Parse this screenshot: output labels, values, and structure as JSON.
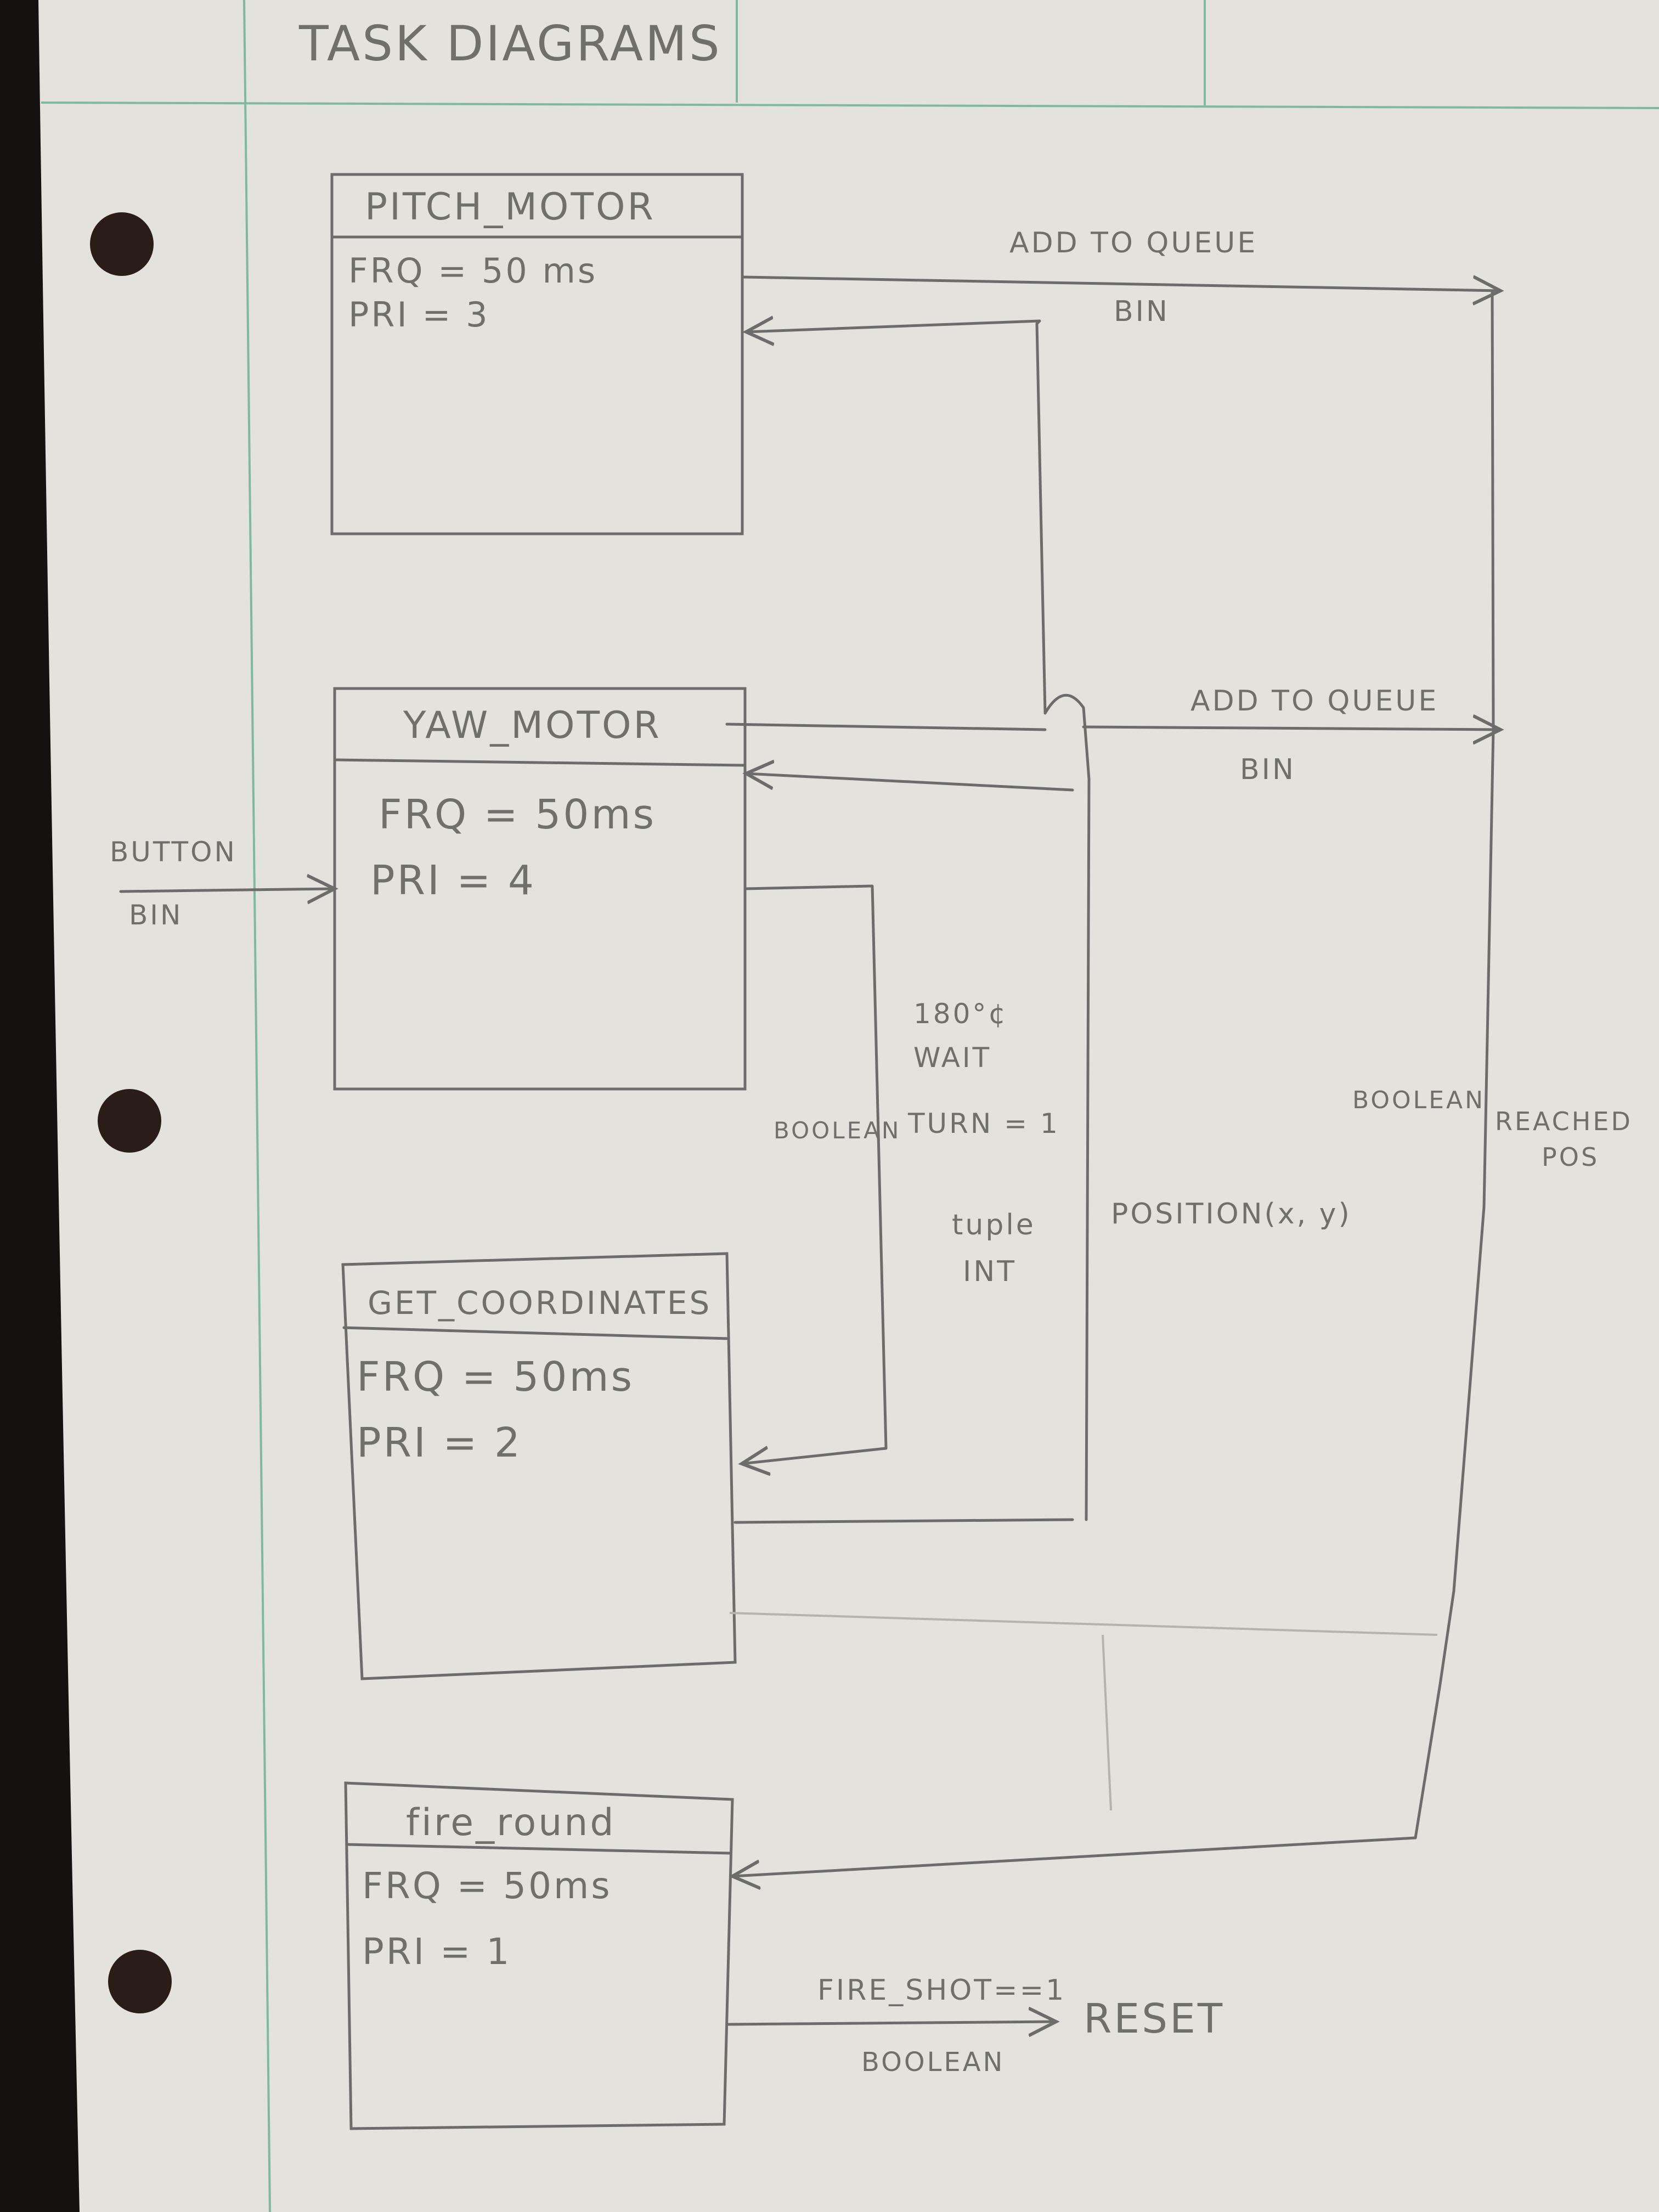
{
  "page": {
    "title": "TASK DIAGRAMS",
    "colors": {
      "paper": "#e4e2dd",
      "pencil": "#6c6c6a",
      "margin_rule": "#7fb9a0",
      "background": "#141210"
    }
  },
  "tasks": [
    {
      "id": "pitch",
      "name": "PITCH_MOTOR",
      "frq": "FRQ = 50 ms",
      "pri": "PRI = 3"
    },
    {
      "id": "yaw",
      "name": "YAW_MOTOR",
      "frq": "FRQ = 50ms",
      "pri": "PRI = 4"
    },
    {
      "id": "coords",
      "name": "GET_COORDINATES",
      "frq": "FRQ = 50ms",
      "pri": "PRI = 2"
    },
    {
      "id": "fire",
      "name": "fire_round",
      "frq": "FRQ = 50ms",
      "pri": "PRI = 1"
    }
  ],
  "labels": {
    "pitch_queue": "ADD TO QUEUE",
    "pitch_bin": "BIN",
    "yaw_queue": "ADD TO QUEUE",
    "yaw_bin": "BIN",
    "button": "BUTTON",
    "button_bin": "BIN",
    "angle": "180°¢",
    "wait": "WAIT",
    "turn": "TURN = 1",
    "boolean_left": "BOOLEAN",
    "tuple": "tuple",
    "int": "INT",
    "position": "POSITION(x, y)",
    "boolean_right": "BOOLEAN",
    "reached_1": "REACHED",
    "reached_2": "POS",
    "fire_shot": "FIRE_SHOT==1",
    "fire_boolean": "BOOLEAN",
    "reset": "RESET"
  }
}
